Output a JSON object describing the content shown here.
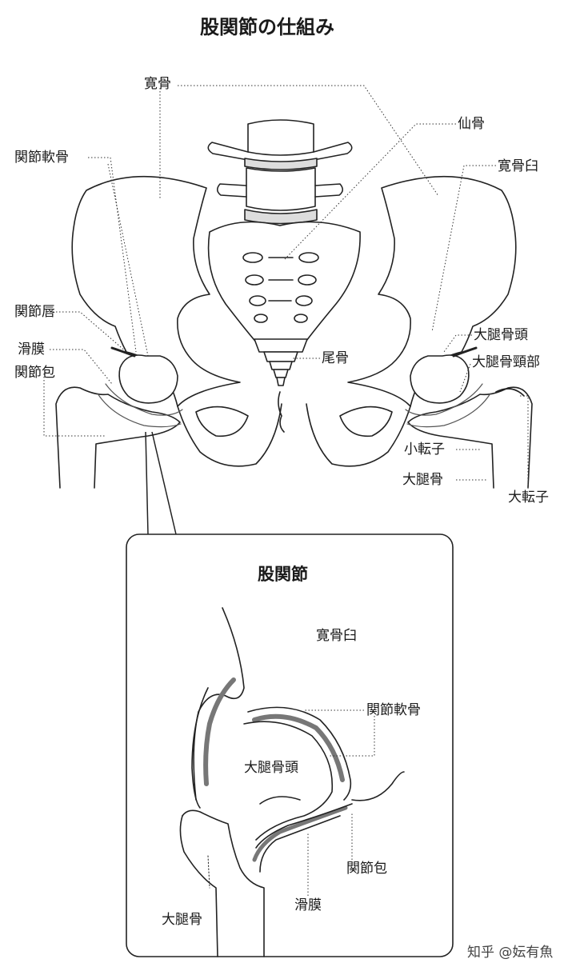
{
  "title": "股関節の仕組み",
  "pelvis_labels": {
    "kankotsu": "寛骨",
    "senkotsu": "仙骨",
    "kansetsu_nankotsu": "関節軟骨",
    "kankotsukyu_right": "寛骨臼",
    "kansetsu_shin": "関節唇",
    "katsumaku": "滑膜",
    "kansetsuho": "関節包",
    "bikotsu": "尾骨",
    "daitaikotsutou": "大腿骨頭",
    "daitaikotsu_keibu": "大腿骨頸部",
    "shoutenshi": "小転子",
    "daitaikotsu": "大腿骨",
    "daitenshi": "大転子"
  },
  "inset": {
    "title": "股関節",
    "kankotsukyu": "寛骨臼",
    "kansetsu_nankotsu": "関節軟骨",
    "daitaikotsutou": "大腿骨頭",
    "kansetsuho": "関節包",
    "katsumaku": "滑膜",
    "daitaikotsu": "大腿骨"
  },
  "watermark": "知乎 @妘有魚"
}
